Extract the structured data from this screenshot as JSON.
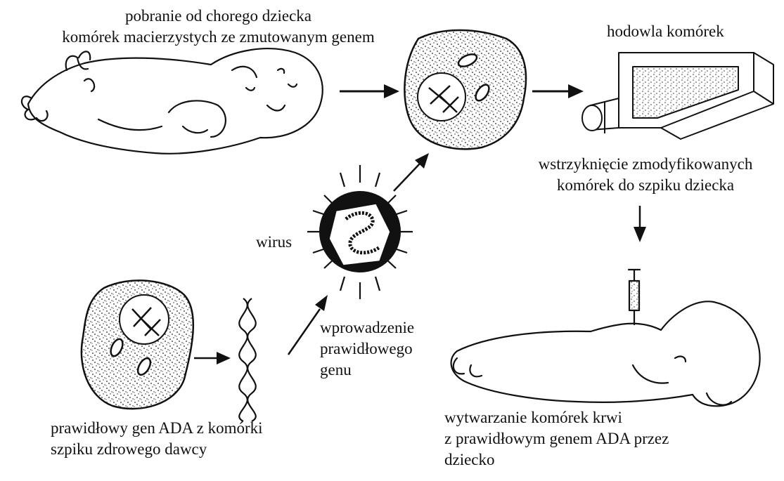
{
  "labels": {
    "extract_line1": "pobranie od chorego dziecka",
    "extract_line2": "komórek macierzystych ze zmutowanym genem",
    "culture": "hodowla komórek",
    "inject_line1": "wstrzyknięcie zmodyfikowanych",
    "inject_line2": "komórek do szpiku dziecka",
    "virus": "wirus",
    "introduce_line1": "wprowadzenie",
    "introduce_line2": "prawidłowego",
    "introduce_line3": "genu",
    "donor_line1": "prawidłowy gen ADA z komórki",
    "donor_line2": "szpiku zdrowego dawcy",
    "result_line1": "wytwarzanie komórek krwi",
    "result_line2": "z prawidłowym genem ADA przez",
    "result_line3": "dziecko"
  }
}
